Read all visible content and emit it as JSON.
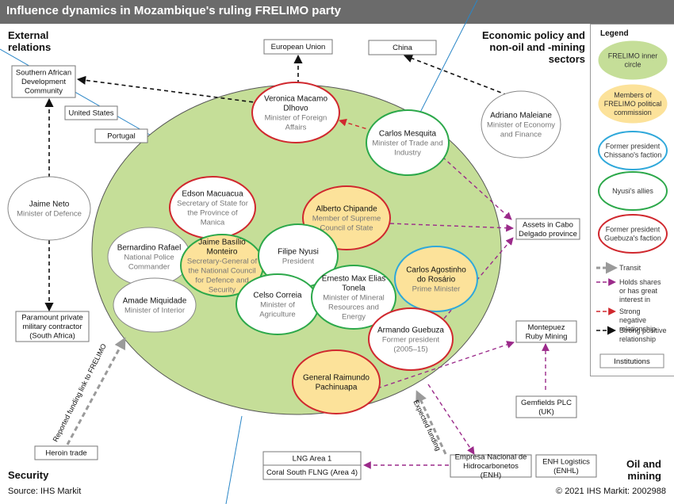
{
  "title": "Influence dynamics in Mozambique's ruling FRELIMO party",
  "quadrants": {
    "external": "External relations",
    "economic": "Economic policy and non-oil and -mining sectors",
    "security": "Security",
    "oil": "Oil and mining"
  },
  "footer": {
    "source": "Source: IHS Markit",
    "copyright": "© 2021 IHS Markit: 2002988"
  },
  "colors": {
    "inner_circle": "#c5de98",
    "political_commission": "#fce29a",
    "chissano": "#2fa8da",
    "nyusi": "#2ca84a",
    "guebuza": "#d0282e",
    "institution_border": "#777777",
    "negative": "#d0282e",
    "positive": "#111111",
    "shares": "#9b2a8a",
    "transit": "#9a9a9a",
    "quadrant_line": "#2a86c7"
  },
  "people": [
    {
      "id": "macamo",
      "name": "Veronica Macamo Dlhovo",
      "role": "Minister of Foreign Affairs",
      "faction": "guebuza"
    },
    {
      "id": "mesquita",
      "name": "Carlos Mesquita",
      "role": "Minister of Trade and Industry",
      "faction": "nyusi"
    },
    {
      "id": "maleiane",
      "name": "Adriano Maleiane",
      "role": "Minister of Economy and Finance",
      "faction": "none"
    },
    {
      "id": "neto",
      "name": "Jaime Neto",
      "role": "Minister of Defence",
      "faction": "none"
    },
    {
      "id": "macuacua",
      "name": "Edson Macuacua",
      "role": "Secretary of State for the Province of Manica",
      "faction": "guebuza"
    },
    {
      "id": "chipande",
      "name": "Alberto Chipande",
      "role": "Member of Supreme Council of State",
      "faction": "guebuza",
      "fill": "political_commission"
    },
    {
      "id": "rafael",
      "name": "Bernardino Rafael",
      "role": "National Police Commander",
      "faction": "none"
    },
    {
      "id": "monteiro",
      "name": "Jaime Basílio Monteiro",
      "role": "Secretary-General of the National Council for Defence and Security",
      "faction": "nyusi",
      "fill": "political_commission"
    },
    {
      "id": "nyusi",
      "name": "Filipe Nyusi",
      "role": "President",
      "faction": "nyusi"
    },
    {
      "id": "rosario",
      "name": "Carlos Agostinho do Rosário",
      "role": "Prime Minister",
      "faction": "chissano",
      "fill": "political_commission"
    },
    {
      "id": "miquidade",
      "name": "Amade Miquidade",
      "role": "Minister of Interior",
      "faction": "none"
    },
    {
      "id": "correia",
      "name": "Celso Correia",
      "role": "Minister of Agriculture",
      "faction": "nyusi"
    },
    {
      "id": "tonela",
      "name": "Ernesto Max Elias Tonela",
      "role": "Minister of Mineral Resources and Energy",
      "faction": "nyusi"
    },
    {
      "id": "guebuza",
      "name": "Armando Guebuza",
      "role": "Former president (2005–15)",
      "faction": "guebuza"
    },
    {
      "id": "pachinuapa",
      "name": "General Raimundo Pachinuapa",
      "role": "",
      "faction": "guebuza",
      "fill": "political_commission"
    }
  ],
  "institutions": [
    {
      "id": "sadc",
      "label": "Southern African Development Community"
    },
    {
      "id": "eu",
      "label": "European Union"
    },
    {
      "id": "china",
      "label": "China"
    },
    {
      "id": "us",
      "label": "United States"
    },
    {
      "id": "portugal",
      "label": "Portugal"
    },
    {
      "id": "assets",
      "label": "Assets in Cabo Delgado province"
    },
    {
      "id": "paramount",
      "label": "Paramount private military contractor (South Africa)"
    },
    {
      "id": "montepuez",
      "label": "Montepuez Ruby Mining"
    },
    {
      "id": "gemfields",
      "label": "Gemfields PLC (UK)"
    },
    {
      "id": "heroin",
      "label": "Heroin trade"
    },
    {
      "id": "lng",
      "label": "LNG Area 1"
    },
    {
      "id": "coral",
      "label": "Coral South FLNG (Area 4)"
    },
    {
      "id": "enh",
      "label": "Empresa Nacional de Hidrocarbonetos (ENH)"
    },
    {
      "id": "enhl",
      "label": "ENH Logistics (ENHL)"
    }
  ],
  "arrow_labels": {
    "reported": "Reported funding link to FRELIMO",
    "expected": "Expected funding"
  },
  "legend": {
    "title": "Legend",
    "items": [
      {
        "label": "FRELIMO inner circle",
        "type": "inner"
      },
      {
        "label": "Members of FRELIMO political commission",
        "type": "commission"
      },
      {
        "label": "Former president Chissano's faction",
        "type": "chissano"
      },
      {
        "label": "Nyusi's allies",
        "type": "nyusi"
      },
      {
        "label": "Former president Guebuza's faction",
        "type": "guebuza"
      }
    ],
    "lines": [
      {
        "label": "Transit",
        "type": "transit"
      },
      {
        "label": "Holds shares or has great interest in",
        "type": "shares"
      },
      {
        "label": "Strong negative relationship",
        "type": "negative"
      },
      {
        "label": "Strong positive relationship",
        "type": "positive"
      }
    ],
    "institutions_label": "Institutions"
  }
}
